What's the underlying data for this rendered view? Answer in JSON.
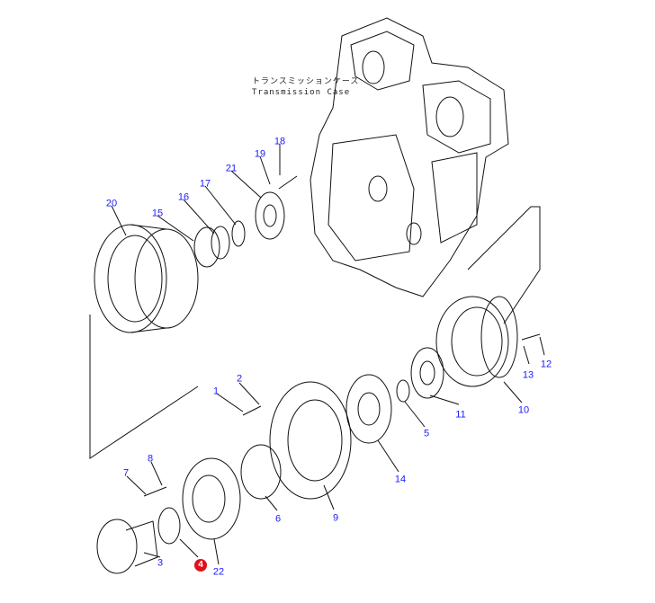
{
  "case_label": {
    "jp": "トランスミッションケース",
    "en": "Transmission Case"
  },
  "callouts": [
    "1",
    "2",
    "3",
    "4",
    "5",
    "6",
    "7",
    "8",
    "9",
    "10",
    "11",
    "12",
    "13",
    "14",
    "15",
    "16",
    "17",
    "18",
    "19",
    "20",
    "21",
    "22"
  ],
  "highlighted": "4",
  "colors": {
    "callout": "#1a1aff",
    "highlight": "#e0101a",
    "line": "#111111"
  }
}
